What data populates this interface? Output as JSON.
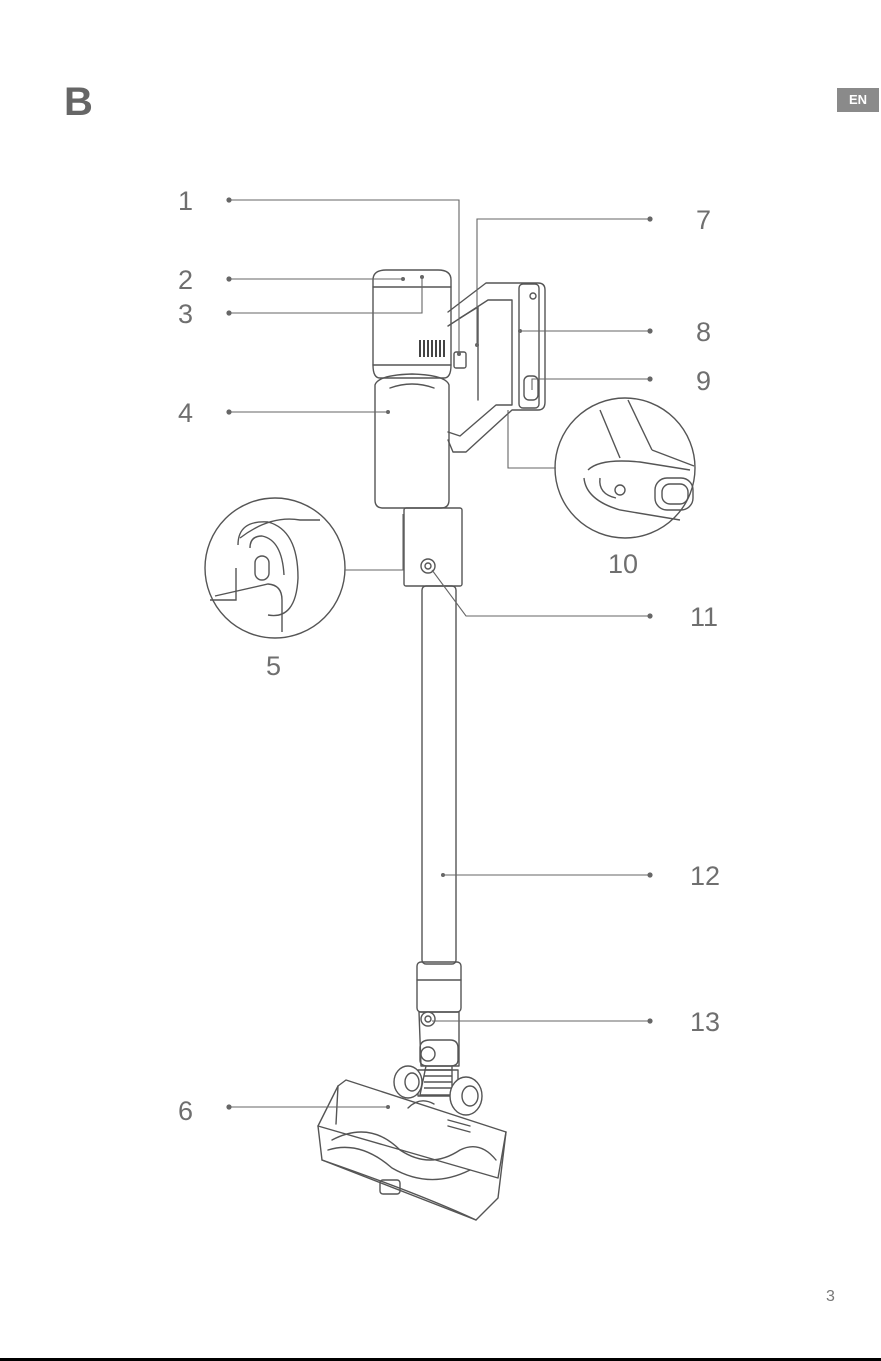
{
  "page": {
    "section_letter": "B",
    "language_badge": "EN",
    "page_number": "3"
  },
  "callouts": [
    {
      "id": "1",
      "label": "1"
    },
    {
      "id": "2",
      "label": "2"
    },
    {
      "id": "3",
      "label": "3"
    },
    {
      "id": "4",
      "label": "4"
    },
    {
      "id": "5",
      "label": "5"
    },
    {
      "id": "6",
      "label": "6"
    },
    {
      "id": "7",
      "label": "7"
    },
    {
      "id": "8",
      "label": "8"
    },
    {
      "id": "9",
      "label": "9"
    },
    {
      "id": "10",
      "label": "10"
    },
    {
      "id": "11",
      "label": "11"
    },
    {
      "id": "12",
      "label": "12"
    },
    {
      "id": "13",
      "label": "13"
    }
  ],
  "colors": {
    "line": "#555555",
    "callout_text": "#6f6f6f",
    "badge": "#8a8a8a"
  }
}
